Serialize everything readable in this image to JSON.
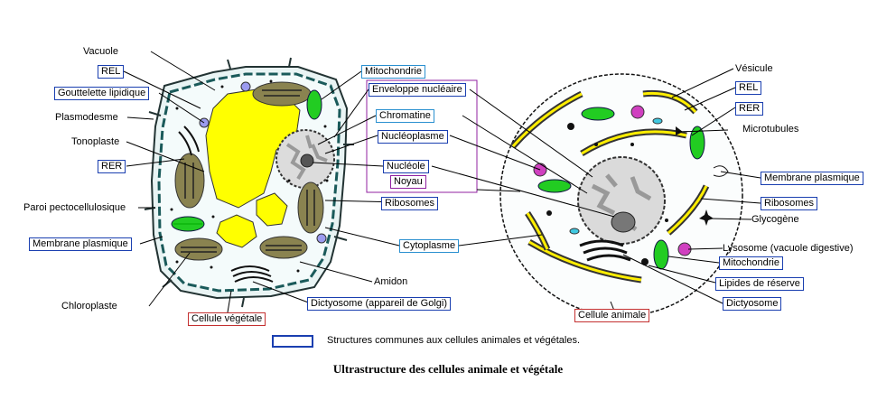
{
  "plant": {
    "vacuole": "Vacuole",
    "rel": "REL",
    "gouttelette": "Gouttelette lipidique",
    "plasmodesme": "Plasmodesme",
    "tonoplaste": "Tonoplaste",
    "rer": "RER",
    "paroi": "Paroi pectocellulosique",
    "membrane": "Membrane plasmique",
    "chloroplaste": "Chloroplaste",
    "cellule": "Cellule végétale",
    "amidon": "Amidon"
  },
  "center": {
    "mitochondrie": "Mitochondrie",
    "enveloppe": "Enveloppe nucléaire",
    "chromatine": "Chromatine",
    "nucleoplasme": "Nucléoplasme",
    "nucleole": "Nucléole",
    "noyau": "Noyau",
    "ribosomes": "Ribosomes",
    "cytoplasme": "Cytoplasme",
    "dictyosome": "Dictyosome (appareil de Golgi)"
  },
  "animal": {
    "vesicule": "Vésicule",
    "rel": "REL",
    "rer": "RER",
    "microtubules": "Microtubules",
    "membrane": "Membrane plasmique",
    "ribosomes": "Ribosomes",
    "glycogene": "Glycogène",
    "lysosome": "Lysosome (vacuole digestive)",
    "mitochondrie": "Mitochondrie",
    "lipides": "Lipides de réserve",
    "dictyosome": "Dictyosome",
    "cellule": "Cellule animale"
  },
  "legend": {
    "text": "Structures communes aux cellules animales et végétales."
  },
  "caption": "Ultrastructure des cellules animale et végétale"
}
